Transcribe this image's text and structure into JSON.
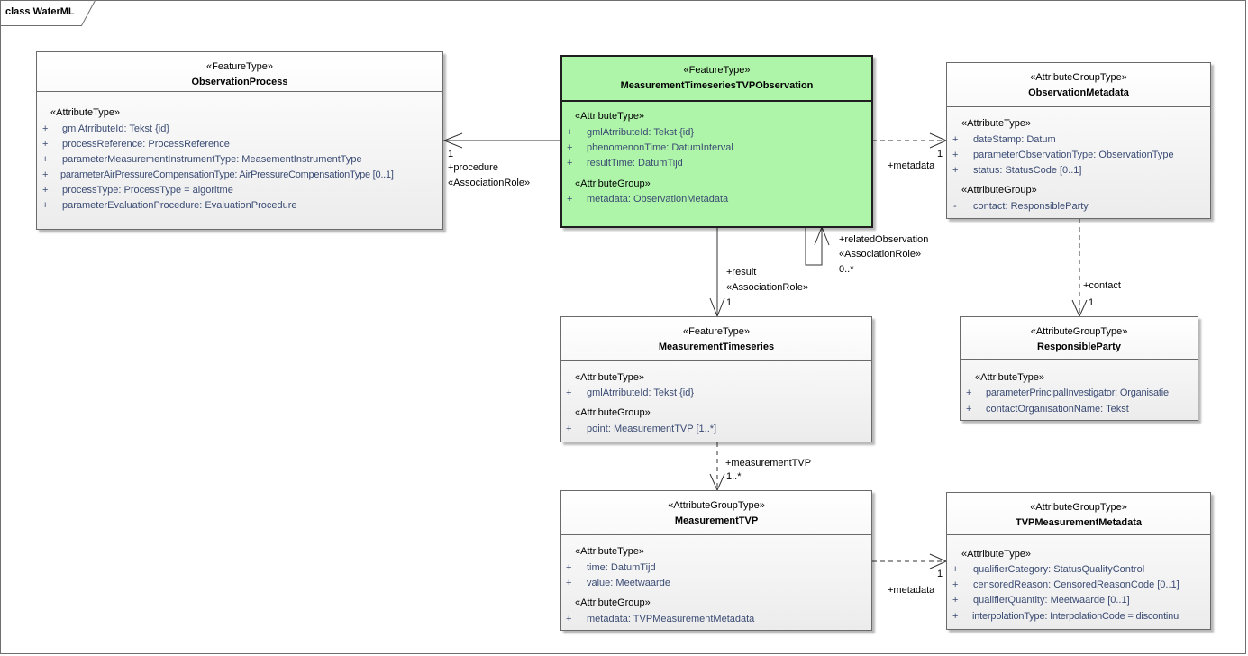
{
  "frame": {
    "title": "class WaterML"
  },
  "classes": {
    "observation_process": {
      "stereotype": "«FeatureType»",
      "name": "ObservationProcess",
      "sections": [
        {
          "label": "«AttributeType»",
          "attrs": [
            {
              "vis": "+",
              "text": "gmlAtrributeId: Tekst {id}"
            },
            {
              "vis": "+",
              "text": "processReference: ProcessReference"
            },
            {
              "vis": "+",
              "text": "parameterMeasurementInstrumentType: MeasementInstrumentType"
            },
            {
              "vis": "+",
              "text": "parameterAirPressureCompensationType: AirPressureCompensationType [0..1]"
            },
            {
              "vis": "+",
              "text": "processType: ProcessType = algoritme"
            },
            {
              "vis": "+",
              "text": "parameterEvaluationProcedure: EvaluationProcedure"
            }
          ]
        }
      ]
    },
    "mtvp_observation": {
      "stereotype": "«FeatureType»",
      "name": "MeasurementTimeseriesTVPObservation",
      "sections": [
        {
          "label": "«AttributeType»",
          "attrs": [
            {
              "vis": "+",
              "text": "gmlAtrributeId: Tekst {id}"
            },
            {
              "vis": "+",
              "text": "phenomenonTime: DatumInterval"
            },
            {
              "vis": "+",
              "text": "resultTime: DatumTijd"
            }
          ]
        },
        {
          "label": "«AttributeGroup»",
          "attrs": [
            {
              "vis": "+",
              "text": "metadata: ObservationMetadata"
            }
          ]
        }
      ]
    },
    "observation_metadata": {
      "stereotype": "«AttributeGroupType»",
      "name": "ObservationMetadata",
      "sections": [
        {
          "label": "«AttributeType»",
          "attrs": [
            {
              "vis": "+",
              "text": "dateStamp: Datum"
            },
            {
              "vis": "+",
              "text": "parameterObservationType: ObservationType"
            },
            {
              "vis": "+",
              "text": "status: StatusCode [0..1]"
            }
          ]
        },
        {
          "label": "«AttributeGroup»",
          "attrs": [
            {
              "vis": "-",
              "text": "contact: ResponsibleParty"
            }
          ]
        }
      ]
    },
    "responsible_party": {
      "stereotype": "«AttributeGroupType»",
      "name": "ResponsibleParty",
      "sections": [
        {
          "label": "«AttributeType»",
          "attrs": [
            {
              "vis": "+",
              "text": "parameterPrincipalInvestigator: Organisatie"
            },
            {
              "vis": "+",
              "text": "contactOrganisationName: Tekst"
            }
          ]
        }
      ]
    },
    "measurement_timeseries": {
      "stereotype": "«FeatureType»",
      "name": "MeasurementTimeseries",
      "sections": [
        {
          "label": "«AttributeType»",
          "attrs": [
            {
              "vis": "+",
              "text": "gmlAtrributeId: Tekst {id}"
            }
          ]
        },
        {
          "label": "«AttributeGroup»",
          "attrs": [
            {
              "vis": "+",
              "text": "point: MeasurementTVP [1..*]"
            }
          ]
        }
      ]
    },
    "measurement_tvp": {
      "stereotype": "«AttributeGroupType»",
      "name": "MeasurementTVP",
      "sections": [
        {
          "label": "«AttributeType»",
          "attrs": [
            {
              "vis": "+",
              "text": "time: DatumTijd"
            },
            {
              "vis": "+",
              "text": "value: Meetwaarde"
            }
          ]
        },
        {
          "label": "«AttributeGroup»",
          "attrs": [
            {
              "vis": "+",
              "text": "metadata: TVPMeasurementMetadata"
            }
          ]
        }
      ]
    },
    "tvp_measurement_metadata": {
      "stereotype": "«AttributeGroupType»",
      "name": "TVPMeasurementMetadata",
      "sections": [
        {
          "label": "«AttributeType»",
          "attrs": [
            {
              "vis": "+",
              "text": "qualifierCategory: StatusQualityControl"
            },
            {
              "vis": "+",
              "text": "censoredReason: CensoredReasonCode [0..1]"
            },
            {
              "vis": "+",
              "text": "qualifierQuantity: Meetwaarde [0..1]"
            },
            {
              "vis": "+",
              "text": "interpolationType: InterpolationCode = discontinu"
            }
          ]
        }
      ]
    }
  },
  "associations": {
    "procedure": {
      "multiplicity": "1",
      "role": "+procedure",
      "stereotype": "«AssociationRole»"
    },
    "metadata_obs": {
      "multiplicity": "1",
      "role": "+metadata"
    },
    "related": {
      "role": "+relatedObservation",
      "stereotype": "«AssociationRole»",
      "multiplicity": "0..*"
    },
    "result": {
      "role": "+result",
      "stereotype": "«AssociationRole»",
      "multiplicity": "1"
    },
    "contact": {
      "role": "+contact",
      "multiplicity": "1"
    },
    "measurement_tvp": {
      "role": "+measurementTVP",
      "multiplicity": "1..*"
    },
    "metadata_tvp": {
      "multiplicity": "1",
      "role": "+metadata"
    }
  }
}
